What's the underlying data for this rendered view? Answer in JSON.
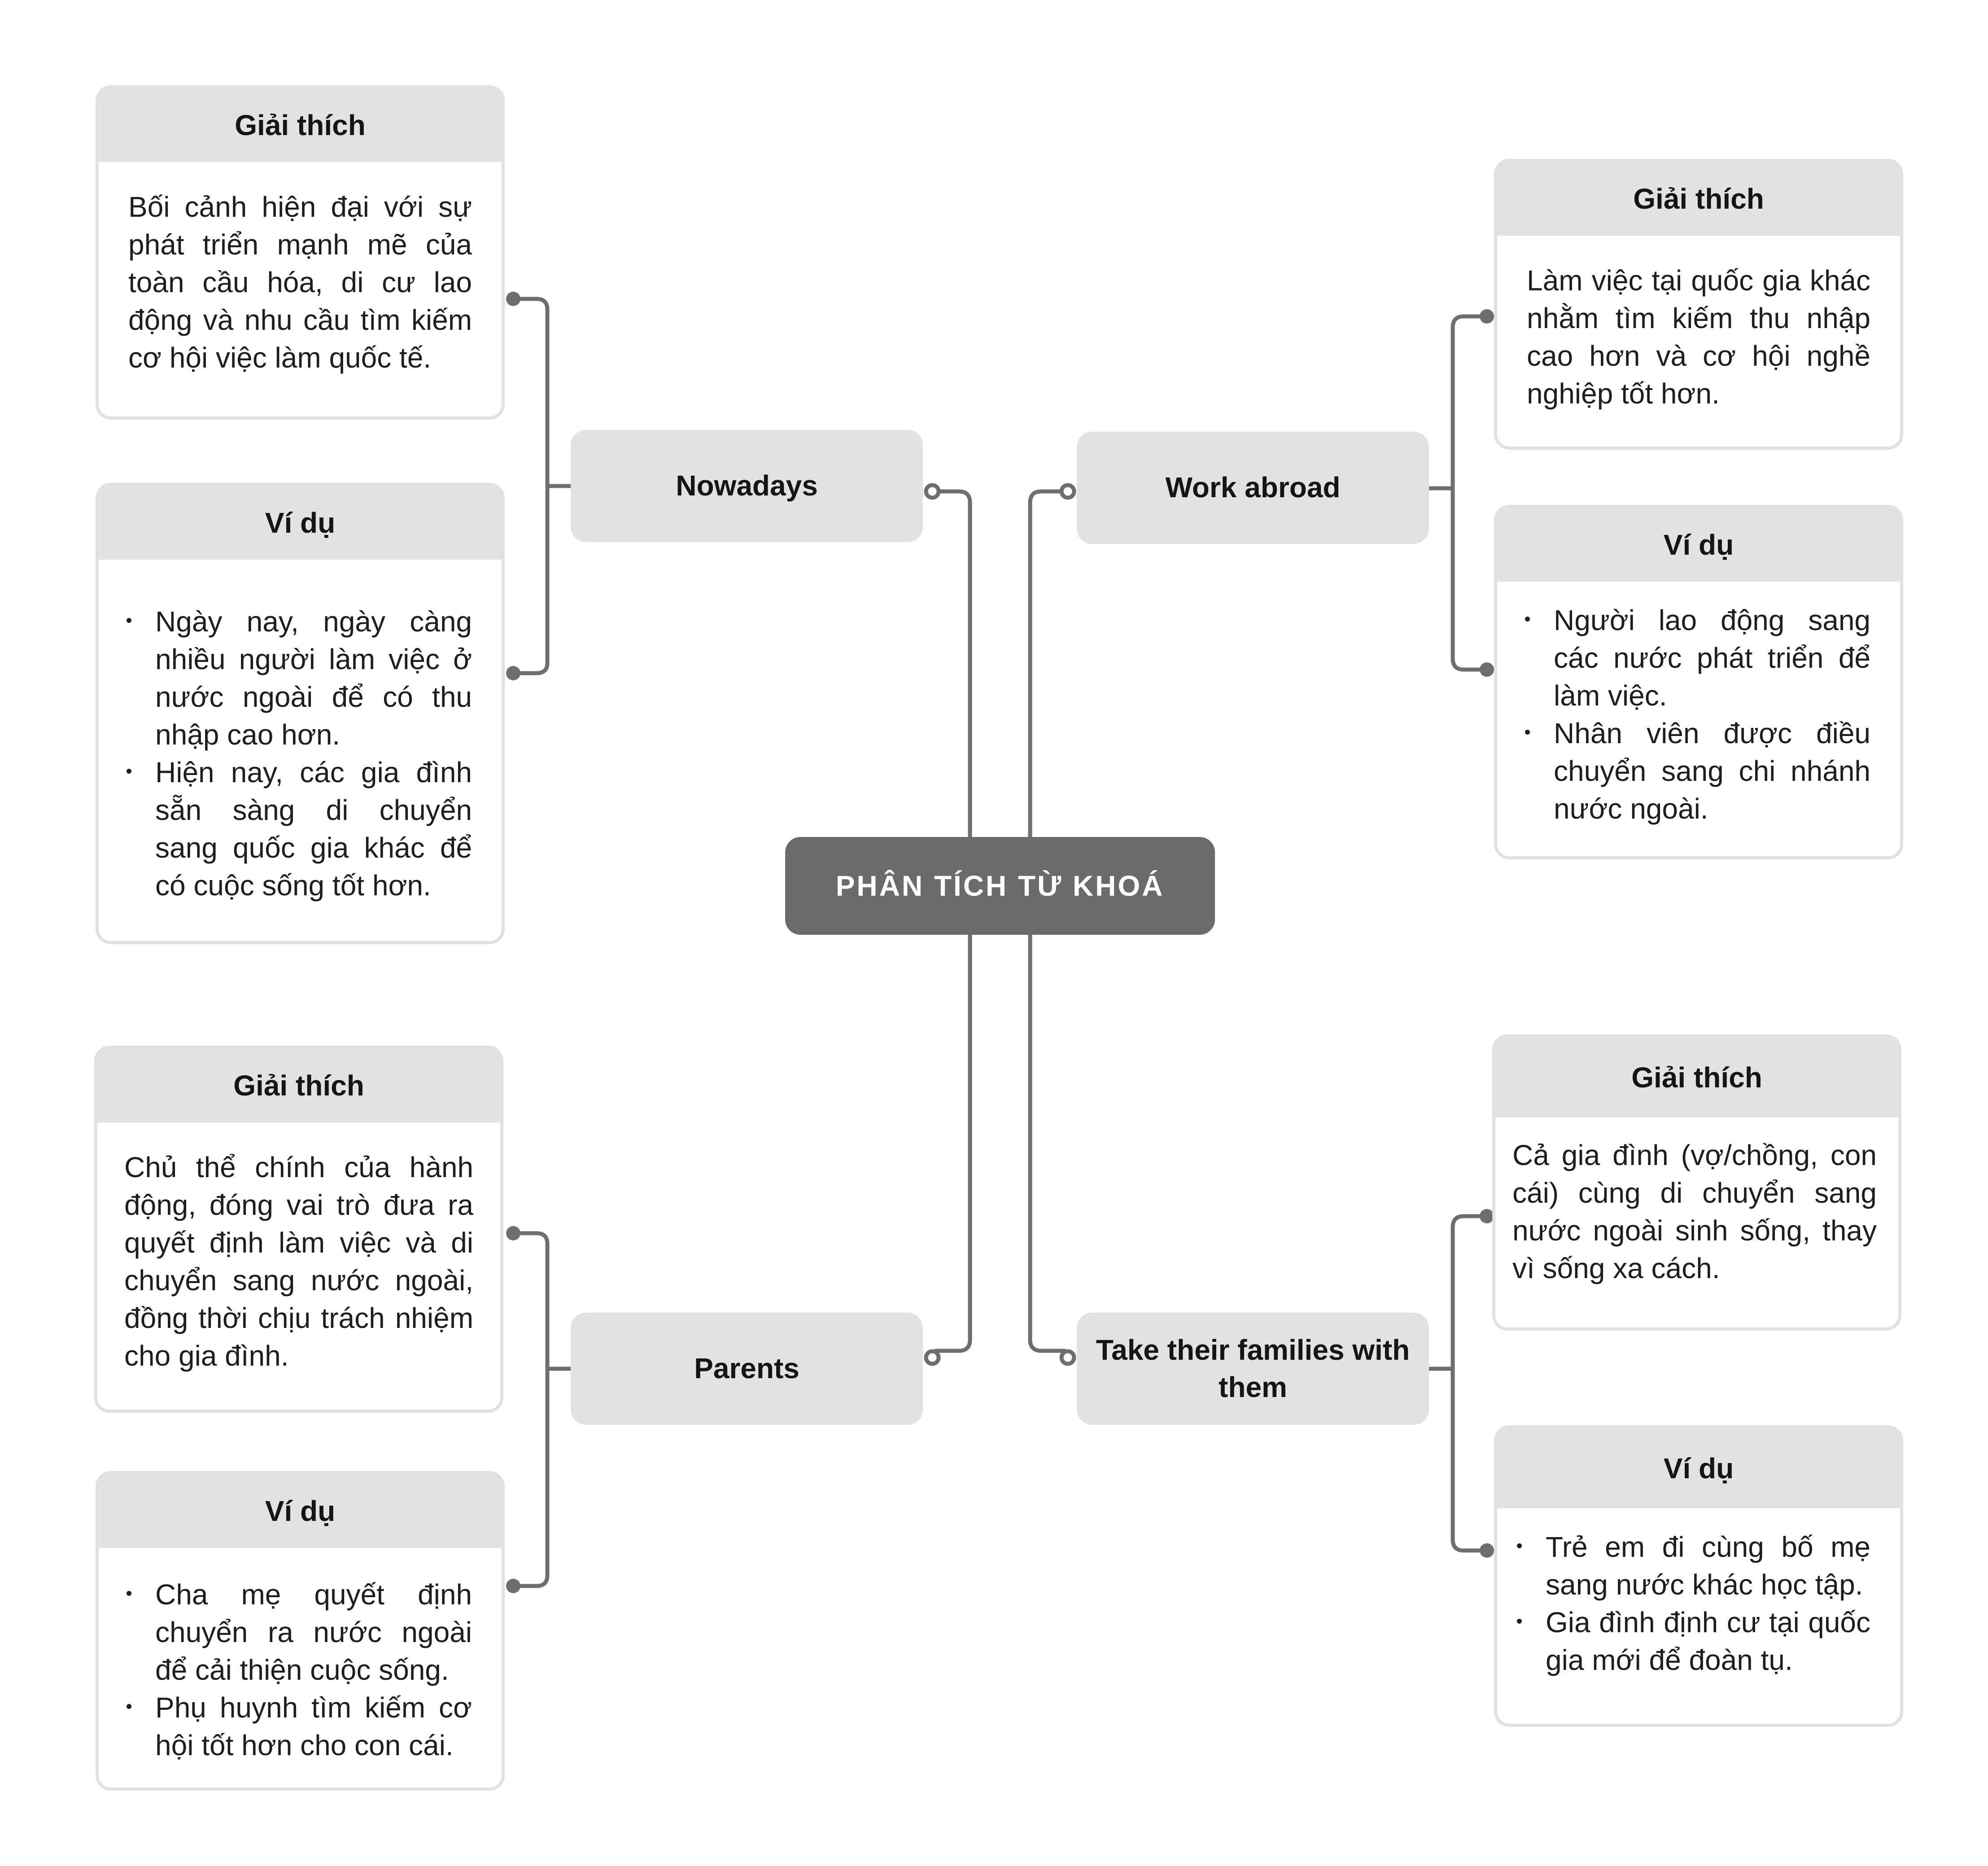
{
  "central": {
    "title": "PHÂN TÍCH TỪ KHOÁ"
  },
  "branches": {
    "nowadays": {
      "keyword": "Nowadays",
      "explain": {
        "title": "Giải thích",
        "text": "Bối cảnh hiện đại với sự phát triển mạnh mẽ của toàn cầu hóa, di cư lao động và nhu cầu tìm kiếm cơ hội việc làm quốc tế."
      },
      "example": {
        "title": "Ví dụ",
        "items": [
          "Ngày nay, ngày càng nhiều người làm việc ở nước ngoài để có thu nhập cao hơn.",
          "Hiện nay, các gia đình sẵn sàng di chuyển sang quốc gia khác để có cuộc sống tốt hơn."
        ]
      }
    },
    "work_abroad": {
      "keyword": "Work abroad",
      "explain": {
        "title": "Giải thích",
        "text": "Làm việc tại quốc gia khác nhằm tìm kiếm thu nhập cao hơn và cơ hội nghề nghiệp tốt hơn."
      },
      "example": {
        "title": "Ví dụ",
        "items": [
          "Người lao động sang các nước phát triển để làm việc.",
          "Nhân viên được điều chuyển sang chi nhánh nước ngoài."
        ]
      }
    },
    "parents": {
      "keyword": "Parents",
      "explain": {
        "title": "Giải thích",
        "text": "Chủ thể chính của hành động, đóng vai trò đưa ra quyết định làm việc và di chuyển sang nước ngoài, đồng thời chịu trách nhiệm cho gia đình."
      },
      "example": {
        "title": "Ví dụ",
        "items": [
          "Cha mẹ quyết định chuyển ra nước ngoài để cải thiện cuộc sống.",
          "Phụ huynh tìm kiếm cơ hội tốt hơn cho con cái."
        ]
      }
    },
    "families": {
      "keyword": "Take their families with them",
      "explain": {
        "title": "Giải thích",
        "text": "Cả gia đình (vợ/chồng, con cái) cùng di chuyển sang nước ngoài sinh sống, thay vì sống xa cách."
      },
      "example": {
        "title": "Ví dụ",
        "items": [
          "Trẻ em đi cùng bố mẹ sang nước khác học tập.",
          "Gia đình định cư tại quốc gia mới để đoàn tụ."
        ]
      }
    }
  }
}
